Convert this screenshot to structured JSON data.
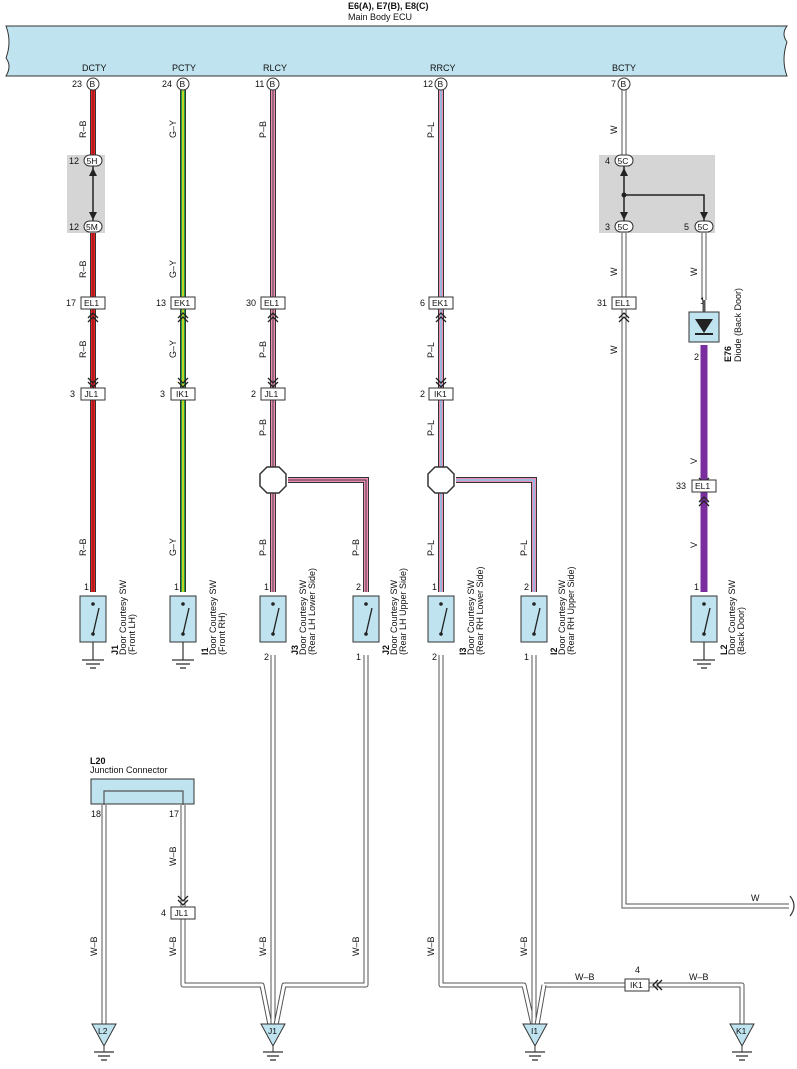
{
  "ecu": {
    "id": "E6(A), E7(B), E8(C)",
    "name": "Main Body ECU"
  },
  "terminals": [
    {
      "name": "DCTY",
      "pin": "23",
      "conn": "B"
    },
    {
      "name": "PCTY",
      "pin": "24",
      "conn": "B"
    },
    {
      "name": "RLCY",
      "pin": "11",
      "conn": "B"
    },
    {
      "name": "RRCY",
      "pin": "12",
      "conn": "B"
    },
    {
      "name": "BCTY",
      "pin": "7",
      "conn": "B"
    }
  ],
  "wire_colors": {
    "rb": "R–B",
    "gy": "G–Y",
    "pb": "P–B",
    "pl": "P–L",
    "w": "W",
    "v": "V",
    "wb": "W–B"
  },
  "junction_5h": {
    "conn": "5H",
    "pin": "12"
  },
  "junction_5m": {
    "conn": "5M",
    "pin": "12"
  },
  "junction_5c": {
    "conn": "5C",
    "pin_top": "4",
    "pin_left": "3",
    "pin_right": "5"
  },
  "connectors": {
    "el1_a": {
      "name": "EL1",
      "pin": "17"
    },
    "ek1_a": {
      "name": "EK1",
      "pin": "13"
    },
    "el1_b": {
      "name": "EL1",
      "pin": "30"
    },
    "ek1_b": {
      "name": "EK1",
      "pin": "6"
    },
    "el1_c": {
      "name": "EL1",
      "pin": "31"
    },
    "jl1_a": {
      "name": "JL1",
      "pin": "3"
    },
    "ik1_a": {
      "name": "IK1",
      "pin": "3"
    },
    "jl1_b": {
      "name": "JL1",
      "pin": "2"
    },
    "ik1_b": {
      "name": "IK1",
      "pin": "2"
    },
    "el1_d": {
      "name": "EL1",
      "pin": "33"
    },
    "jl1_c": {
      "name": "JL1",
      "pin": "4"
    },
    "ik1_c": {
      "name": "IK1",
      "pin": "4"
    }
  },
  "diode": {
    "id": "E76",
    "name": "Diode (Back Door)",
    "pin_in": "1",
    "pin_out": "2"
  },
  "switches": [
    {
      "id": "J1",
      "name": "Door Courtesy SW",
      "sub": "(Front LH)",
      "pin_top": "1",
      "pin_bot": ""
    },
    {
      "id": "I1",
      "name": "Door Courtesy SW",
      "sub": "(Front RH)",
      "pin_top": "1",
      "pin_bot": ""
    },
    {
      "id": "J3",
      "name": "Door Courtesy SW",
      "sub": "(Rear LH Lower Side)",
      "pin_top": "1",
      "pin_bot": "2"
    },
    {
      "id": "J2",
      "name": "Door Courtesy SW",
      "sub": "(Rear LH Upper Side)",
      "pin_top": "2",
      "pin_bot": "1"
    },
    {
      "id": "I3",
      "name": "Door Courtesy SW",
      "sub": "(Rear RH Lower Side)",
      "pin_top": "1",
      "pin_bot": "2"
    },
    {
      "id": "I2",
      "name": "Door Courtesy SW",
      "sub": "(Rear RH Upper Side)",
      "pin_top": "2",
      "pin_bot": "1"
    },
    {
      "id": "L2",
      "name": "Door Courtesy SW",
      "sub": "(Back Door)",
      "pin_top": "1",
      "pin_bot": ""
    }
  ],
  "junction_connector": {
    "id": "L20",
    "name": "Junction Connector",
    "pin_left": "18",
    "pin_right": "17"
  },
  "grounds": [
    "L2",
    "J1",
    "I1",
    "K1"
  ],
  "colors": {
    "ecu_fill": "#bfe3ef",
    "red": "#e8262a",
    "green": "#22a046",
    "yellow": "#f3e417",
    "pink": "#f08cb4",
    "blue": "#7cc3ea",
    "violet": "#7a2d9c",
    "gray_box": "#d5d5d5",
    "switch_fill": "#bfe3ef"
  }
}
